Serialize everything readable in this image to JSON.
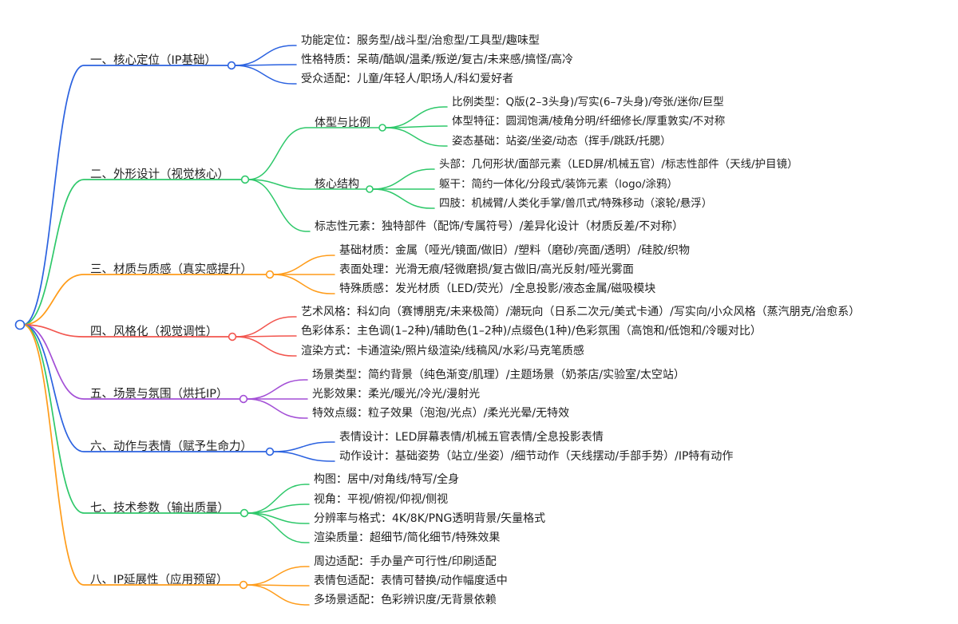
{
  "mindmap": {
    "colors": {
      "blue": "#2b62e0",
      "green": "#2ec86a",
      "orange": "#ff9c1a",
      "red": "#f2554e",
      "purple": "#a34fd6",
      "text": "#1f1f1f"
    },
    "branches": [
      {
        "label": "一、核心定位（IP基础）",
        "color": "blue",
        "children": [
          {
            "label": "功能定位：服务型/战斗型/治愈型/工具型/趣味型"
          },
          {
            "label": "性格特质：呆萌/酷飒/温柔/叛逆/复古/未来感/搞怪/高冷"
          },
          {
            "label": "受众适配：儿童/年轻人/职场人/科幻爱好者"
          }
        ]
      },
      {
        "label": "二、外形设计（视觉核心）",
        "color": "green",
        "children": [
          {
            "label": "体型与比例",
            "children": [
              {
                "label": "比例类型：Q版(2–3头身)/写实(6–7头身)/夸张/迷你/巨型"
              },
              {
                "label": "体型特征：圆润饱满/棱角分明/纤细修长/厚重敦实/不对称"
              },
              {
                "label": "姿态基础：站姿/坐姿/动态（挥手/跳跃/托腮）"
              }
            ]
          },
          {
            "label": "核心结构",
            "children": [
              {
                "label": "头部：几何形状/面部元素（LED屏/机械五官）/标志性部件（天线/护目镜）"
              },
              {
                "label": "躯干：简约一体化/分段式/装饰元素（logo/涂鸦）"
              },
              {
                "label": "四肢：机械臂/人类化手掌/兽爪式/特殊移动（滚轮/悬浮）"
              }
            ]
          },
          {
            "label": "标志性元素：独特部件（配饰/专属符号）/差异化设计（材质反差/不对称）"
          }
        ]
      },
      {
        "label": "三、材质与质感（真实感提升）",
        "color": "orange",
        "children": [
          {
            "label": "基础材质：金属（哑光/镜面/做旧）/塑料（磨砂/亮面/透明）/硅胶/织物"
          },
          {
            "label": "表面处理：光滑无痕/轻微磨损/复古做旧/高光反射/哑光雾面"
          },
          {
            "label": "特殊质感：发光材质（LED/荧光）/全息投影/液态金属/磁吸模块"
          }
        ]
      },
      {
        "label": "四、风格化（视觉调性）",
        "color": "red",
        "children": [
          {
            "label": "艺术风格：科幻向（赛博朋克/未来极简）/潮玩向（日系二次元/美式卡通）/写实向/小众风格（蒸汽朋克/治愈系）"
          },
          {
            "label": "色彩体系：主色调(1–2种)/辅助色(1–2种)/点缀色(1种)/色彩氛围（高饱和/低饱和/冷暖对比）"
          },
          {
            "label": "渲染方式：卡通渲染/照片级渲染/线稿风/水彩/马克笔质感"
          }
        ]
      },
      {
        "label": "五、场景与氛围（烘托IP）",
        "color": "purple",
        "children": [
          {
            "label": "场景类型：简约背景（纯色渐变/肌理）/主题场景（奶茶店/实验室/太空站）"
          },
          {
            "label": "光影效果：柔光/暖光/冷光/漫射光"
          },
          {
            "label": "特效点缀：粒子效果（泡泡/光点）/柔光光晕/无特效"
          }
        ]
      },
      {
        "label": "六、动作与表情（赋予生命力）",
        "color": "blue",
        "children": [
          {
            "label": "表情设计：LED屏幕表情/机械五官表情/全息投影表情"
          },
          {
            "label": "动作设计：基础姿势（站立/坐姿）/细节动作（天线摆动/手部手势）/IP特有动作"
          }
        ]
      },
      {
        "label": "七、技术参数（输出质量）",
        "color": "green",
        "children": [
          {
            "label": "构图：居中/对角线/特写/全身"
          },
          {
            "label": "视角：平视/俯视/仰视/侧视"
          },
          {
            "label": "分辨率与格式：4K/8K/PNG透明背景/矢量格式"
          },
          {
            "label": "渲染质量：超细节/简化细节/特殊效果"
          }
        ]
      },
      {
        "label": "八、IP延展性（应用预留）",
        "color": "orange",
        "children": [
          {
            "label": "周边适配：手办量产可行性/印刷适配"
          },
          {
            "label": "表情包适配：表情可替换/动作幅度适中"
          },
          {
            "label": "多场景适配：色彩辨识度/无背景依赖"
          }
        ]
      }
    ]
  }
}
